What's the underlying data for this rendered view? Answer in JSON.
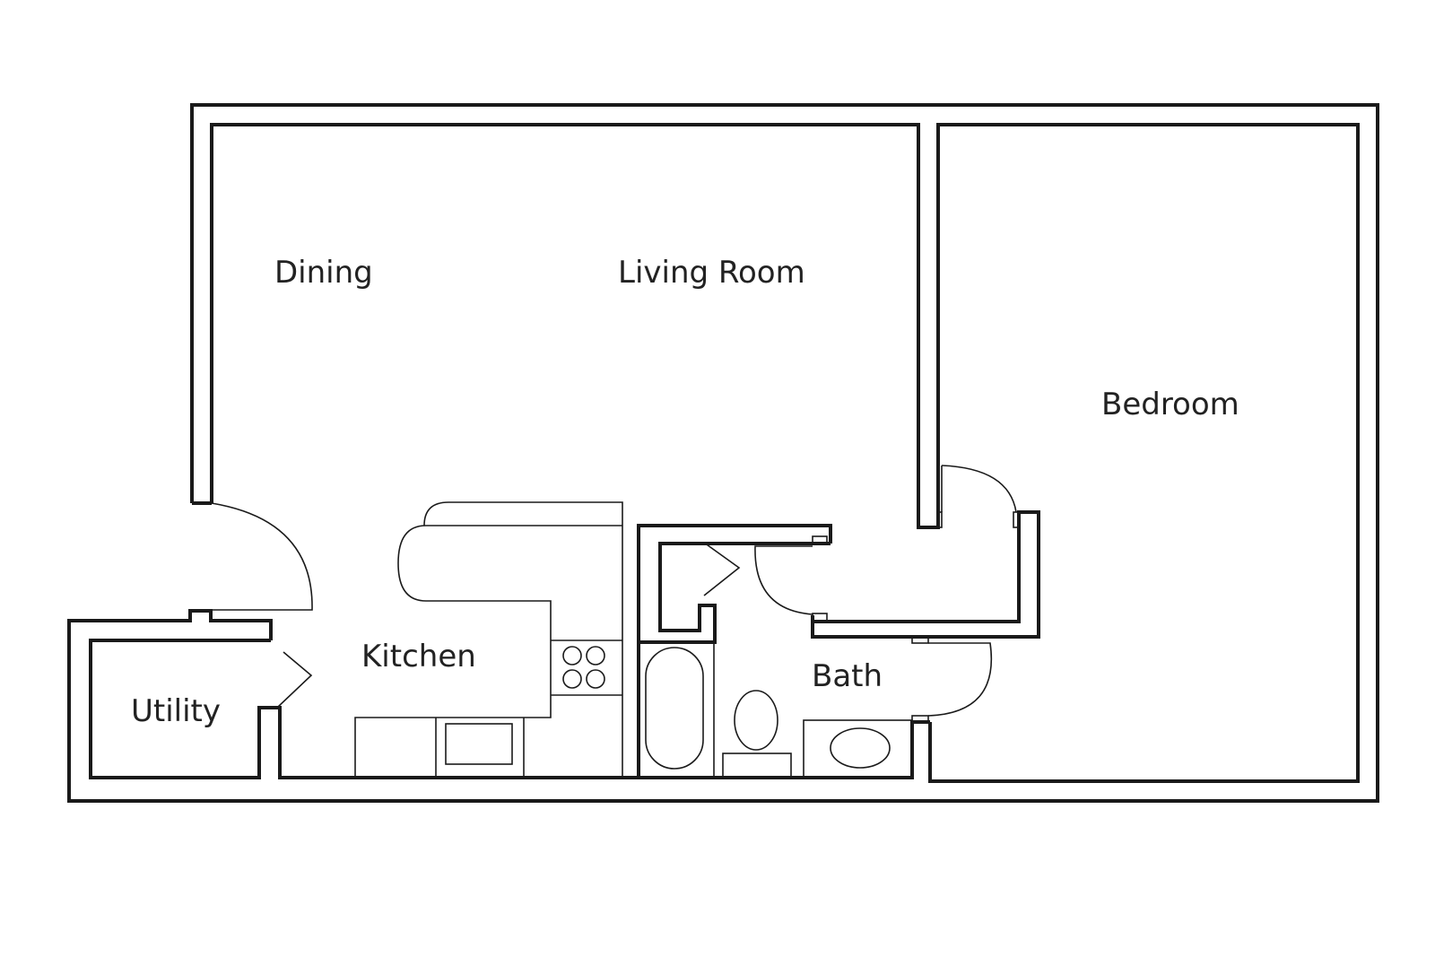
{
  "floorplan": {
    "rooms": [
      {
        "id": "dining",
        "label": "Dining"
      },
      {
        "id": "living",
        "label": "Living Room"
      },
      {
        "id": "bedroom",
        "label": "Bedroom"
      },
      {
        "id": "kitchen",
        "label": "Kitchen"
      },
      {
        "id": "bath",
        "label": "Bath"
      },
      {
        "id": "utility",
        "label": "Utility"
      }
    ],
    "colors": {
      "line": "#1a1a1a",
      "text": "#222222",
      "background": "#ffffff"
    }
  }
}
